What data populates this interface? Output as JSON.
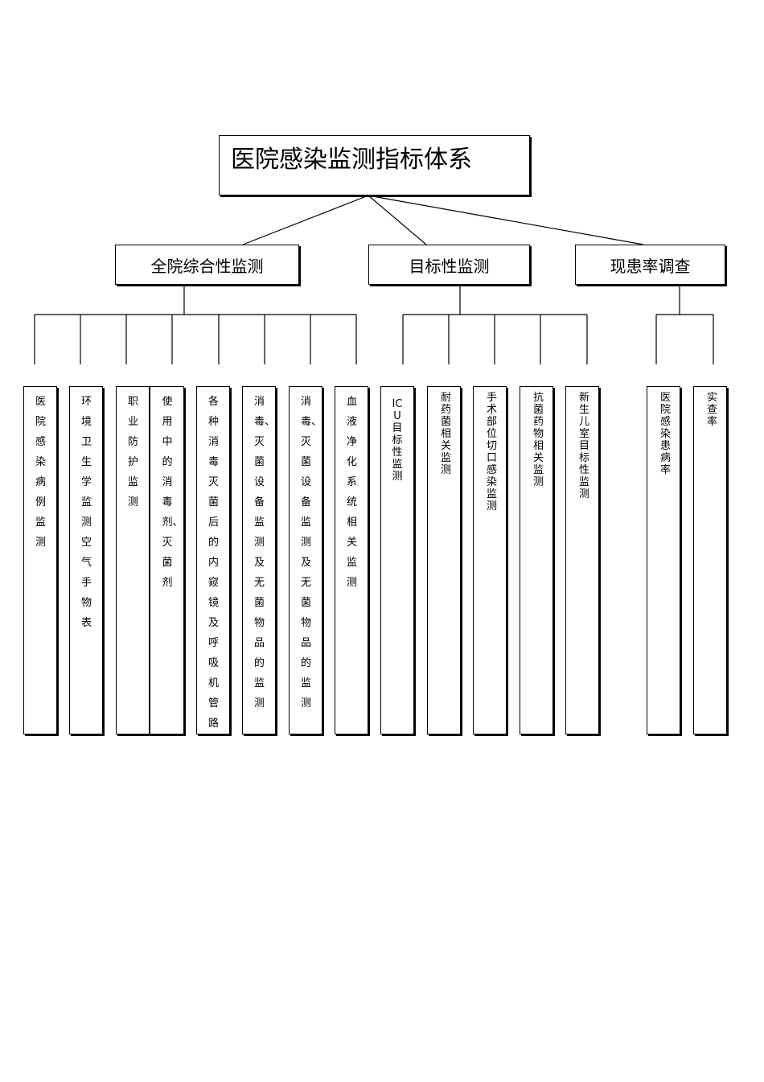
{
  "diagram": {
    "root": {
      "label": "医院感染监测指标体系"
    },
    "categories": [
      {
        "label": "全院综合性监测"
      },
      {
        "label": "目标性监测"
      },
      {
        "label": "现患率调查"
      }
    ],
    "leaves": [
      {
        "label": "医院感染病例监测"
      },
      {
        "label": "环境卫生学监测空气手物表"
      },
      {
        "label": "职业防护监测"
      },
      {
        "label": "使用中的消毒剂、灭菌剂"
      },
      {
        "label": "各种消毒灭菌后的内窥镜及呼吸机管路"
      },
      {
        "label": "消毒、灭菌设备监测及无菌物品的监测"
      },
      {
        "label": "消毒、灭菌设备监测及无菌物品的监测"
      },
      {
        "label": "血液净化系统相关监测"
      },
      {
        "label": "ICU目标性监测"
      },
      {
        "label": "耐药菌相关监测"
      },
      {
        "label": "手术部位切口感染监测"
      },
      {
        "label": "抗菌药物相关监测"
      },
      {
        "label": "新生儿室目标性监测"
      },
      {
        "label": "医院感染患病率"
      },
      {
        "label": "实查率"
      }
    ]
  }
}
